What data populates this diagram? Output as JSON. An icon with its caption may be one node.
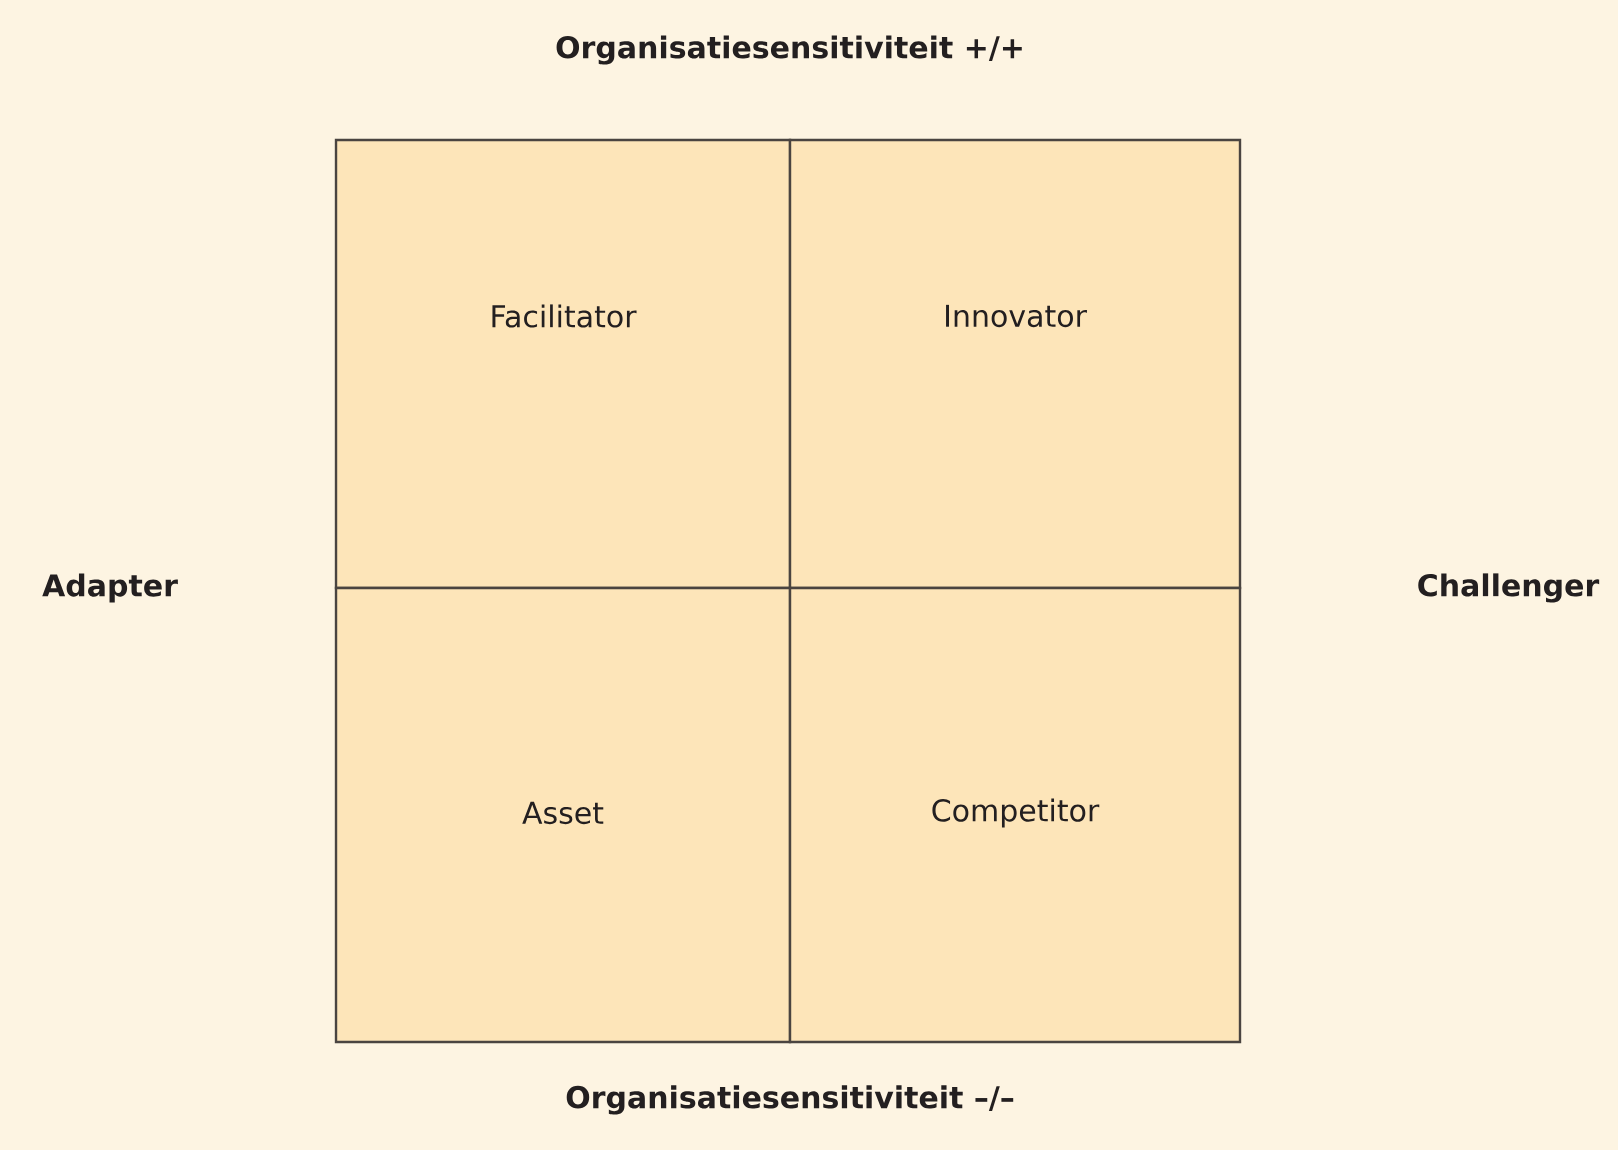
{
  "diagram": {
    "nodes": [
      {
        "text": [
          "Facilitator"
        ]
      },
      {
        "text": [
          "Innovator"
        ]
      },
      {
        "text": [
          "Asset"
        ]
      },
      {
        "text": [
          "Competitor"
        ]
      }
    ],
    "labels": [
      "Organisatiesensitiviteit +/+",
      "Adapter",
      "Challenger",
      "Organisatiesensitiviteit –/–"
    ]
  }
}
